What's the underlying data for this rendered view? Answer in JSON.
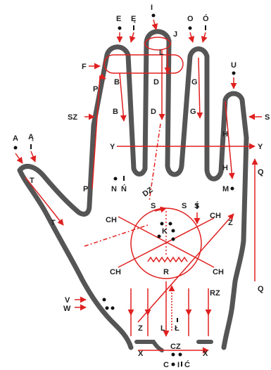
{
  "colors": {
    "outline": "#555555",
    "arrow": "#e02020",
    "label": "#222222",
    "background": "#ffffff"
  },
  "labels": {
    "A": "A",
    "A_ogonek": "Ą",
    "E": "E",
    "E_ogonek": "Ę",
    "I_top": "I",
    "J": "J",
    "O": "O",
    "O_acute": "Ó",
    "U": "U",
    "F": "F",
    "L_top": "L",
    "B1": "B",
    "B2": "B",
    "D1": "D",
    "D2": "D",
    "G1": "G",
    "G2": "G",
    "P1": "P",
    "P2": "P",
    "SZ": "SZ",
    "S_right": "S",
    "H1": "H",
    "H2": "H",
    "Y_left": "Y",
    "Y_right": "Y",
    "Q1": "Q",
    "Q2": "Q",
    "T1": "T",
    "T2": "T",
    "N": "N",
    "N_acute": "Ń",
    "M": "M",
    "DZ": "DZ",
    "CH_left": "CH",
    "S_palm": "S",
    "S_palm2": "S",
    "S_acute": "Ś",
    "CH_right": "CH",
    "Z_palm": "Z",
    "K": "K",
    "CH_bl": "CH",
    "CH_br": "CH",
    "R": "R",
    "V": "V",
    "W": "W",
    "RZ": "RZ",
    "Z_wrist": "Z",
    "L_wrist": "L",
    "L_stroke": "Ł",
    "CZ": "CZ",
    "X_left": "X",
    "X_right": "X",
    "C": "C",
    "I_bottom": "I",
    "C_acute": "Ć"
  }
}
